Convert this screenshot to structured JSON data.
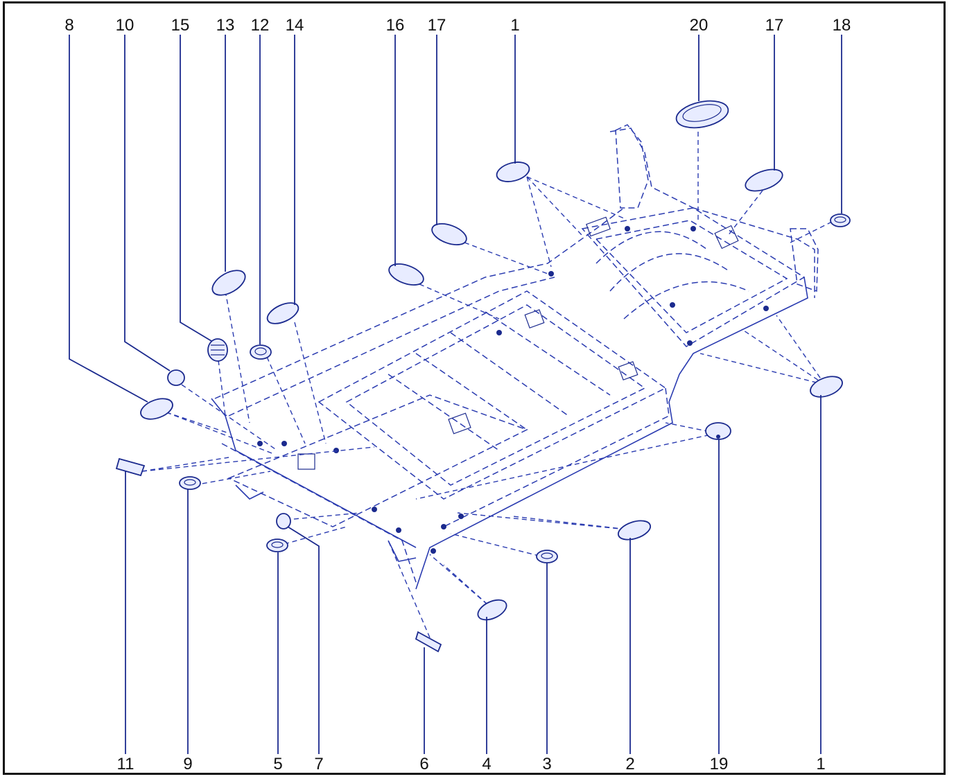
{
  "diagram": {
    "top_callouts": [
      "8",
      "10",
      "15",
      "13",
      "12",
      "14",
      "16",
      "17",
      "1",
      "20",
      "17",
      "18"
    ],
    "bottom_callouts": [
      "11",
      "9",
      "5",
      "7",
      "6",
      "4",
      "3",
      "2",
      "19",
      "1"
    ],
    "line_color": "#1b2a8e"
  }
}
